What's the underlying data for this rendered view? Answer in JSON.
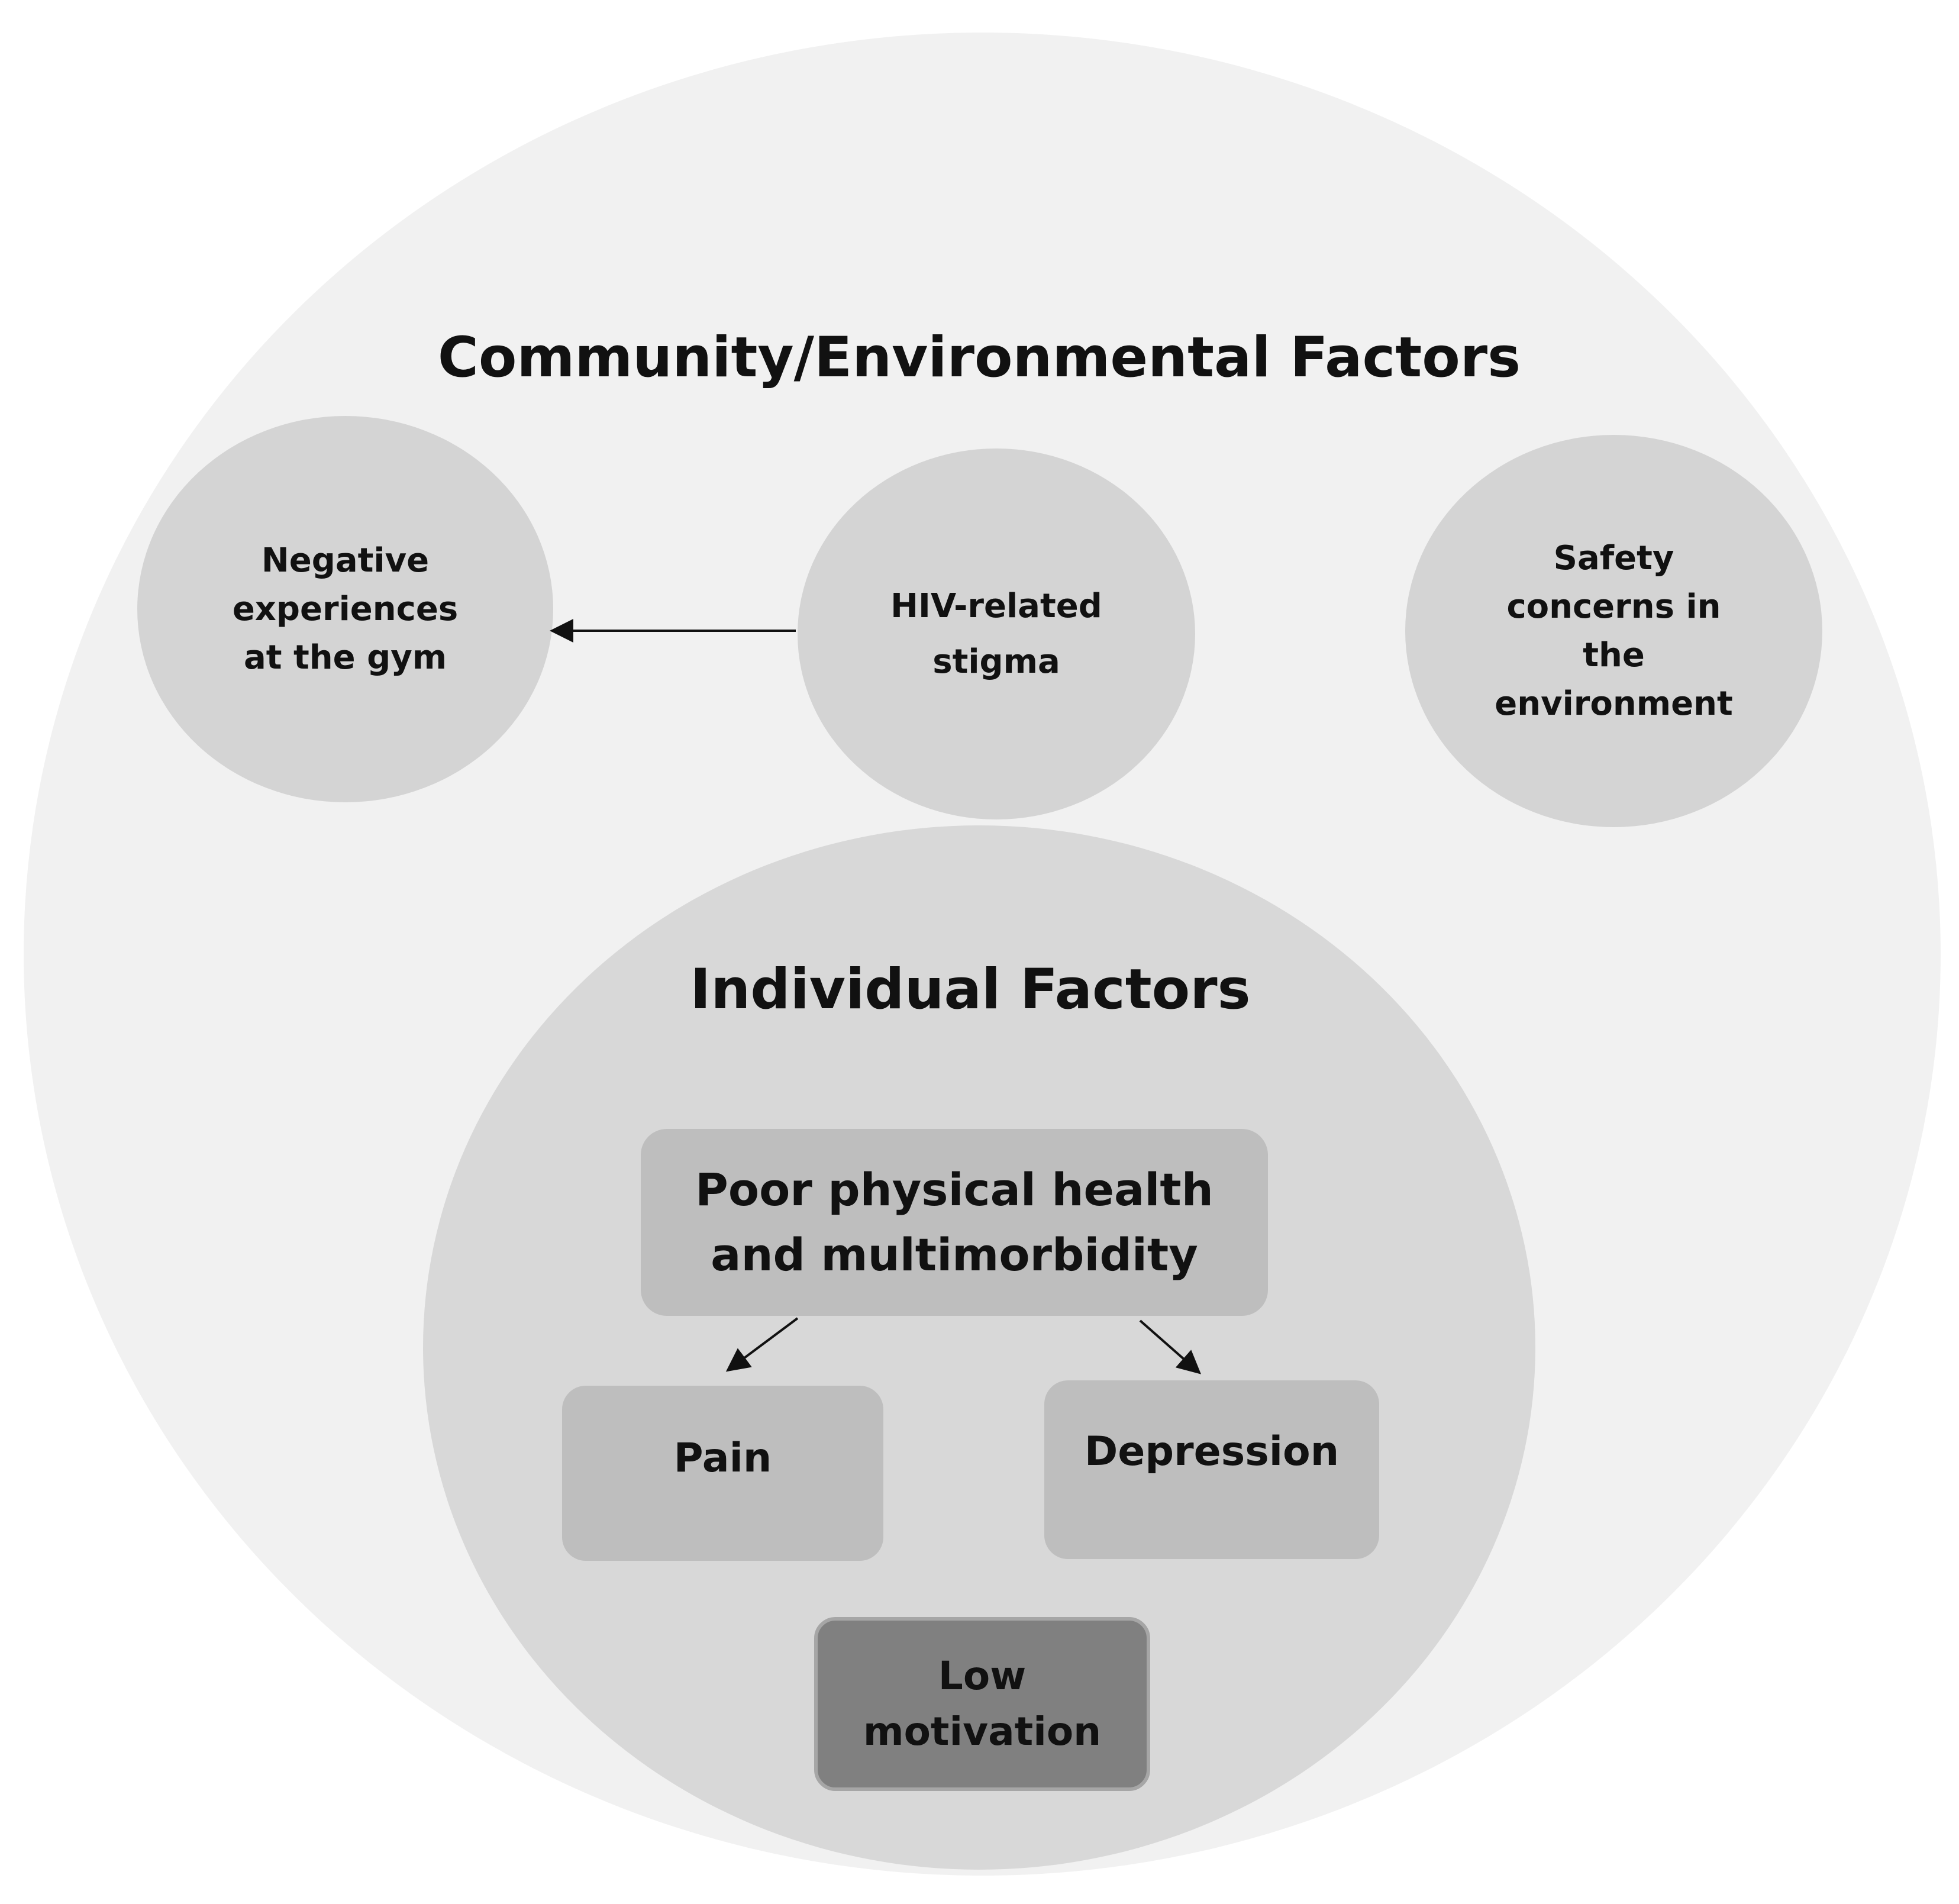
{
  "diagram": {
    "outer_title": "Community/Environmental Factors",
    "inner_title": "Individual Factors",
    "community_nodes": {
      "negative_gym": "Negative\nexperiences\nat the gym",
      "hiv_stigma": "HIV-related\nstigma",
      "safety": "Safety\nconcerns in\nthe\nenvironment"
    },
    "individual_nodes": {
      "physical_health": "Poor physical health\nand multimorbidity",
      "pain": "Pain",
      "depression": "Depression",
      "low_motivation": "Low\nmotivation"
    },
    "edges": [
      {
        "from": "HIV-related stigma",
        "to": "Negative experiences at the gym"
      },
      {
        "from": "Poor physical health and multimorbidity",
        "to": "Pain"
      },
      {
        "from": "Poor physical health and multimorbidity",
        "to": "Depression"
      }
    ],
    "colors": {
      "outer_circle": "#f1f1f1",
      "inner_circle": "#d8d8d8",
      "community_node": "#d4d4d4",
      "individual_box": "#bebebe",
      "motivation_box": "#808080"
    }
  }
}
